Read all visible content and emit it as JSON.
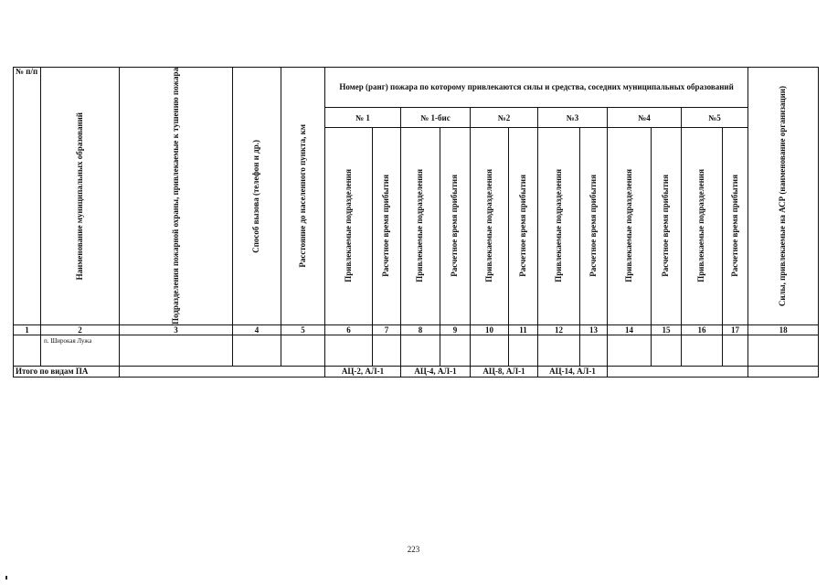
{
  "table": {
    "col_npp": "№ п/п",
    "col_municipal": "Наименование муниципальных образований",
    "col_units": "Подразделения пожарной охраны, привлекаемые к тушению пожара",
    "col_call": "Способ вызова (телефон и др.)",
    "col_distance": "Расстояние до населенного пункта, км",
    "group_header": "Номер (ранг) пожара по которому привлекаются силы и средства, соседних муниципальных образований",
    "col_asr": "Силы, привлекаемые на АСР (наименование организации)",
    "ranks": [
      "№ 1",
      "№ 1-бис",
      "№2",
      "№3",
      "№4",
      "№5"
    ],
    "sub_units": "Привлекаемые подразделения",
    "sub_time": "Расчетное время прибытия",
    "numbers": [
      "1",
      "2",
      "3",
      "4",
      "5",
      "6",
      "7",
      "8",
      "9",
      "10",
      "11",
      "12",
      "13",
      "14",
      "15",
      "16",
      "17",
      "18"
    ],
    "row_name": "п. Широкая Лужа",
    "total_label": "Итого по видам ПА",
    "totals": [
      "АЦ-2, АЛ-1",
      "АЦ-4, АЛ-1",
      "АЦ-8, АЛ-1",
      "АЦ-14, АЛ-1"
    ]
  },
  "page_number": "223"
}
